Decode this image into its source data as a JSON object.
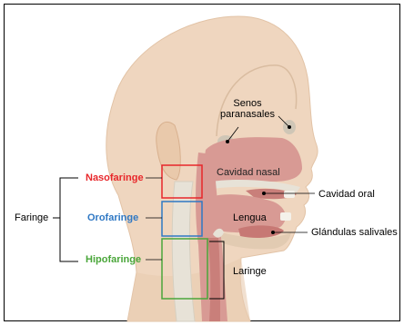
{
  "labels": {
    "senos": "Senos\nparanasales",
    "cavidad_nasal": "Cavidad nasal",
    "cavidad_oral": "Cavidad oral",
    "lengua": "Lengua",
    "glandulas": "Glándulas salivales",
    "laringe": "Laringe",
    "faringe": "Faringe",
    "nasofaringe": "Nasofaringe",
    "orofaringe": "Orofaringe",
    "hipofaringe": "Hipofaringe"
  },
  "colors": {
    "nasofaringe": "#e8262a",
    "orofaringe": "#2f78c4",
    "hipofaringe": "#4aa63a",
    "skin": "#efd6bf",
    "tissue": "#d89a94",
    "tissue_dark": "#c97f7a",
    "bone": "#e7e2d7"
  }
}
